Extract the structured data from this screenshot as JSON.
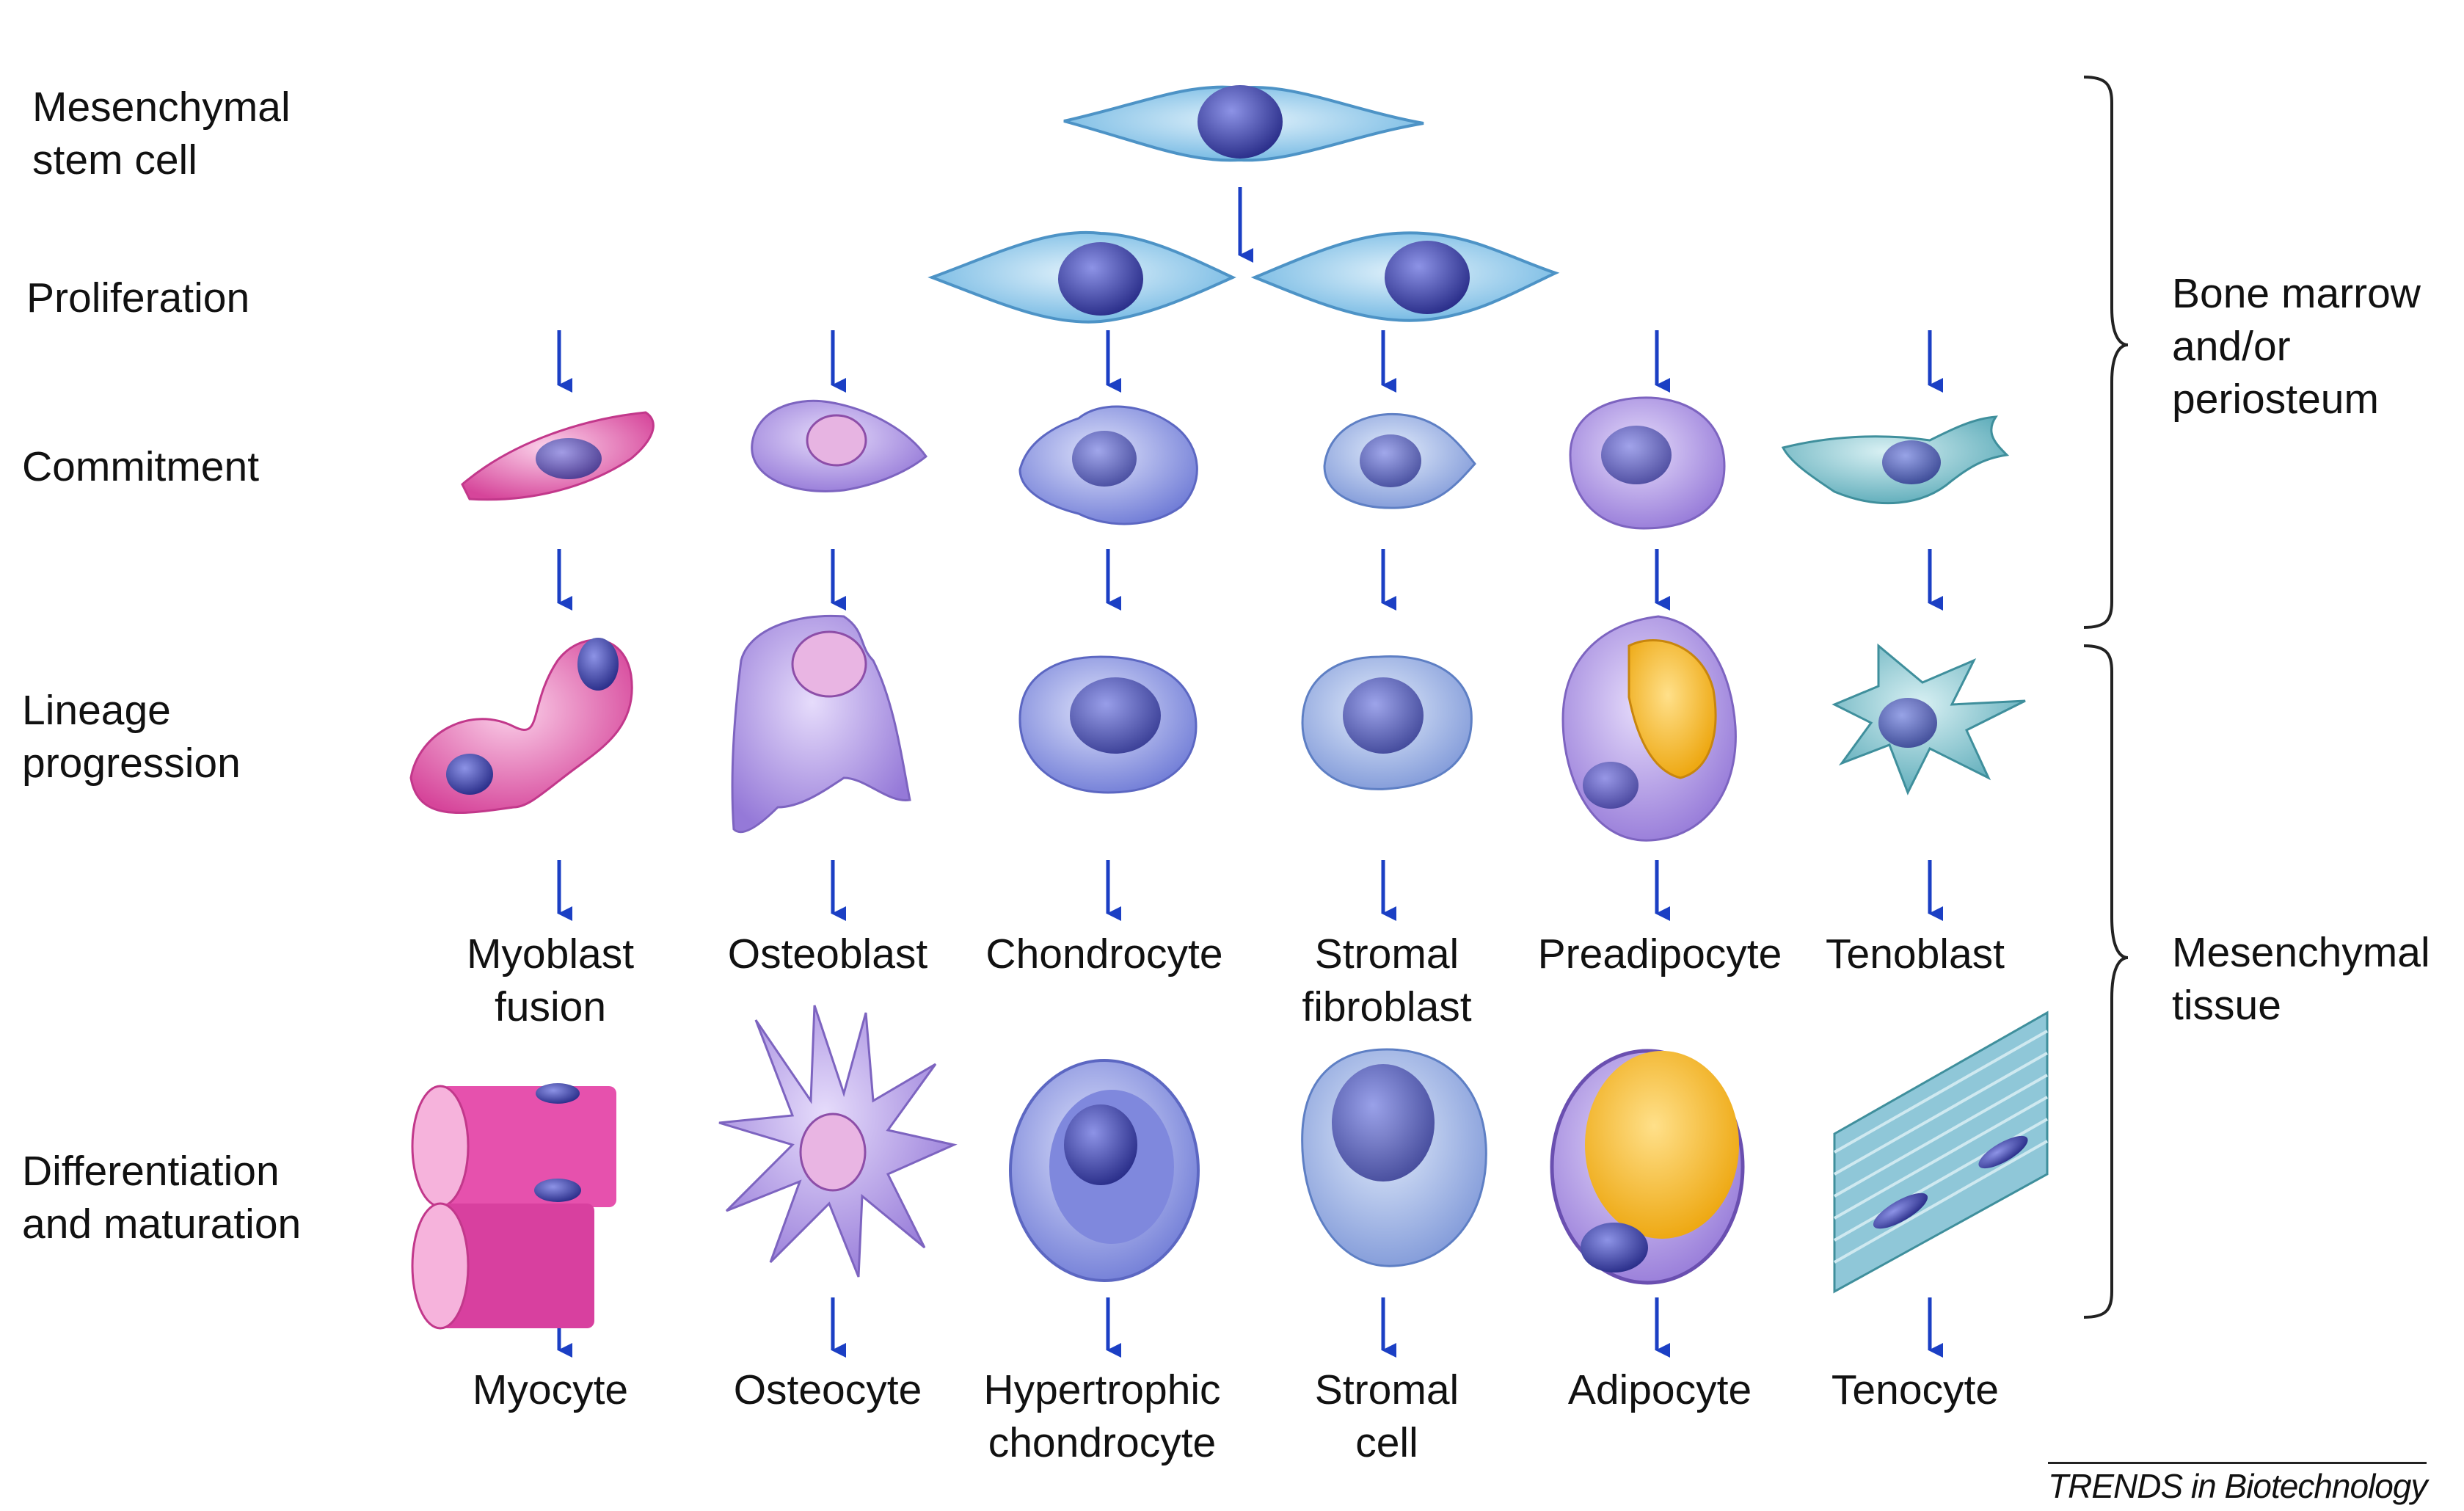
{
  "stage_labels": {
    "stem_cell": "Mesenchymal\nstem cell",
    "proliferation": "Proliferation",
    "commitment": "Commitment",
    "lineage": "Lineage\nprogression",
    "differentiation": "Differentiation\nand maturation"
  },
  "intermediate_labels": [
    "Myoblast\nfusion",
    "Osteoblast",
    "Chondrocyte",
    "Stromal\nfibroblast",
    "Preadipocyte",
    "Tenoblast"
  ],
  "final_labels": [
    "Myocyte",
    "Osteocyte",
    "Hypertrophic\nchondrocyte",
    "Stromal\ncell",
    "Adipocyte",
    "Tenocyte"
  ],
  "bracket_labels": {
    "bone_marrow": "Bone marrow\nand/or\nperiosteum",
    "mesenchymal_tissue": "Mesenchymal\ntissue"
  },
  "credit": "TRENDS in Biotechnology",
  "colors": {
    "arrow": "#1b3fc4",
    "stem_cell": "#8fc7ea",
    "muscle": "#e25aa8",
    "bone": "#a890e6",
    "cartilage": "#8a92e0",
    "stroma": "#90aee3",
    "fat": "#f0b21e",
    "tendon": "#7cc0cc",
    "nucleus": "#2c2f8c"
  }
}
